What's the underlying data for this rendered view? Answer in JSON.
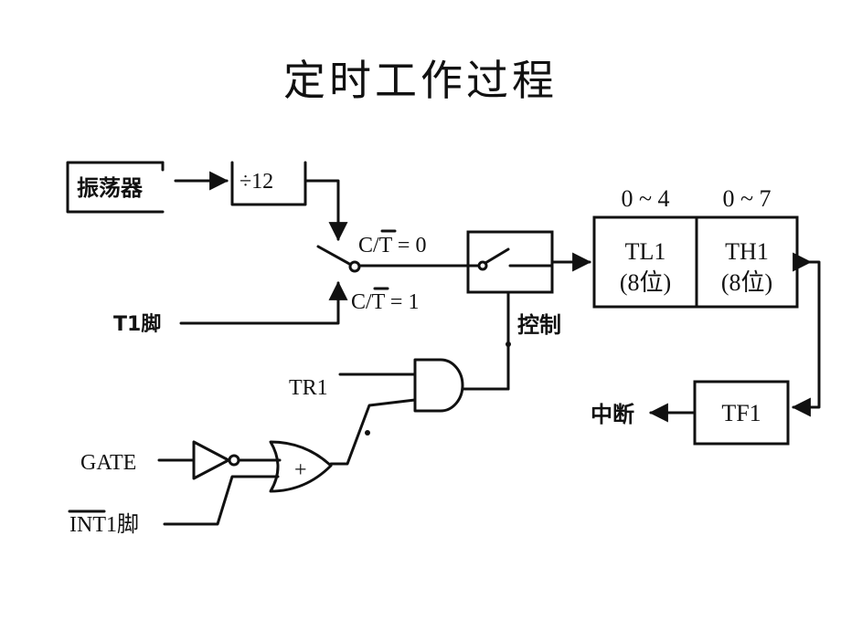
{
  "title": "定时工作过程",
  "oscillator": "振荡器",
  "divider": "÷12",
  "mode_ct0": "C/T = 0",
  "mode_ct1": "C/T = 1",
  "t1_pin": "T1脚",
  "control": "控制",
  "tr1": "TR1",
  "gate": "GATE",
  "int1_pin": "INT1脚",
  "or_symbol": "+",
  "tl1": {
    "range": "0 ~ 4",
    "name": "TL1",
    "bits": "(8位)"
  },
  "th1": {
    "range": "0 ~ 7",
    "name": "TH1",
    "bits": "(8位)"
  },
  "tf1": "TF1",
  "interrupt": "中断"
}
